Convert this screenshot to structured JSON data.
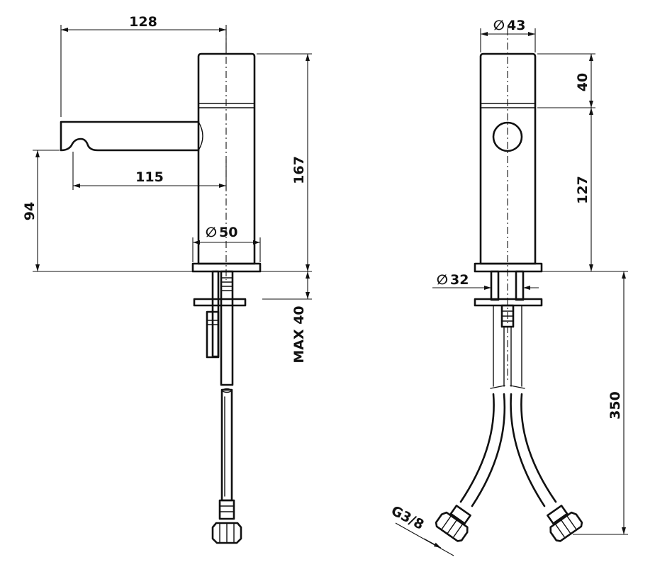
{
  "drawing": {
    "side_view": {
      "spout_length": "128",
      "spout_reach": "115",
      "spout_height": "94",
      "total_height": "167",
      "base_diameter_symbol": "∅",
      "base_diameter": "50",
      "max_deck_thickness": "MAX 40"
    },
    "front_view": {
      "body_diameter_symbol": "∅",
      "body_diameter": "43",
      "top_section_height": "40",
      "body_height": "127",
      "shank_diameter_symbol": "∅",
      "shank_diameter": "32",
      "hose_length": "350",
      "connection_thread": "G3/8"
    }
  }
}
